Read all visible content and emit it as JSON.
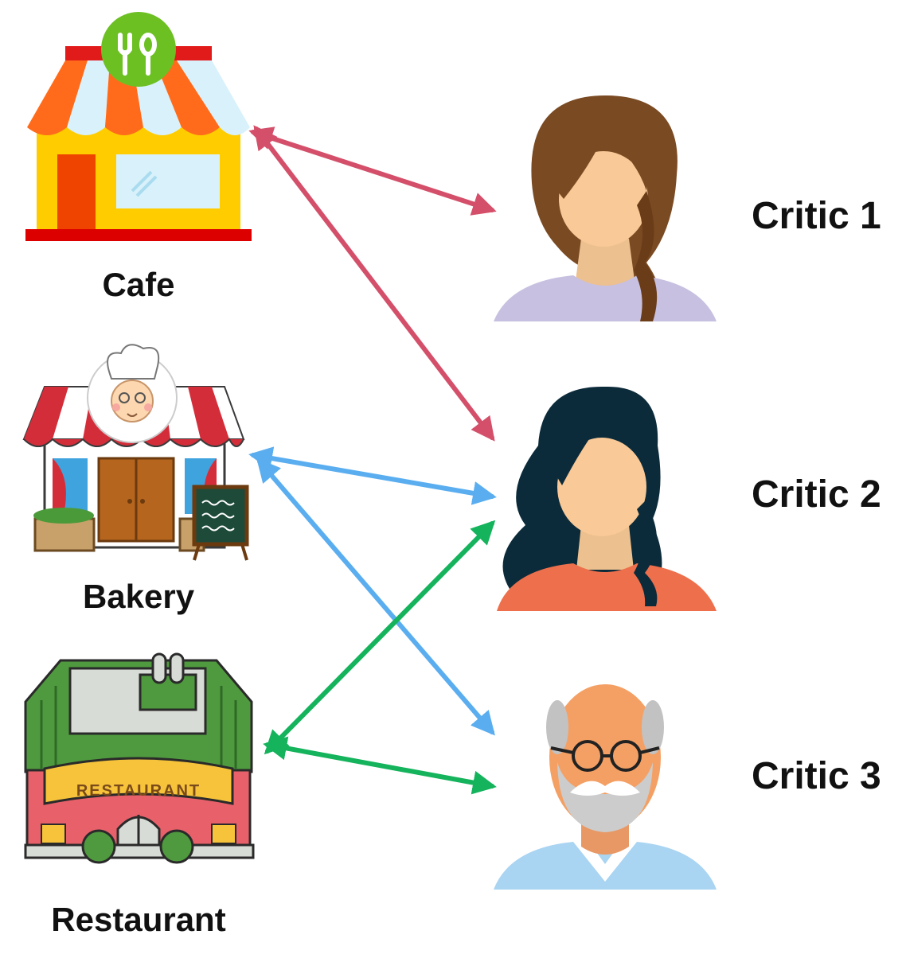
{
  "places": [
    {
      "id": "cafe",
      "label": "Cafe"
    },
    {
      "id": "bakery",
      "label": "Bakery"
    },
    {
      "id": "restaurant",
      "label": "Restaurant",
      "sign_text": "RESTAURANT"
    }
  ],
  "critics": [
    {
      "id": "critic1",
      "label": "Critic 1"
    },
    {
      "id": "critic2",
      "label": "Critic 2"
    },
    {
      "id": "critic3",
      "label": "Critic 3"
    }
  ],
  "connections": [
    {
      "from": "cafe",
      "to": "critic1",
      "color": "#d4506a"
    },
    {
      "from": "cafe",
      "to": "critic2",
      "color": "#d4506a"
    },
    {
      "from": "bakery",
      "to": "critic2",
      "color": "#5aaef0"
    },
    {
      "from": "bakery",
      "to": "critic3",
      "color": "#5aaef0"
    },
    {
      "from": "restaurant",
      "to": "critic2",
      "color": "#14b35c"
    },
    {
      "from": "restaurant",
      "to": "critic3",
      "color": "#14b35c"
    }
  ]
}
